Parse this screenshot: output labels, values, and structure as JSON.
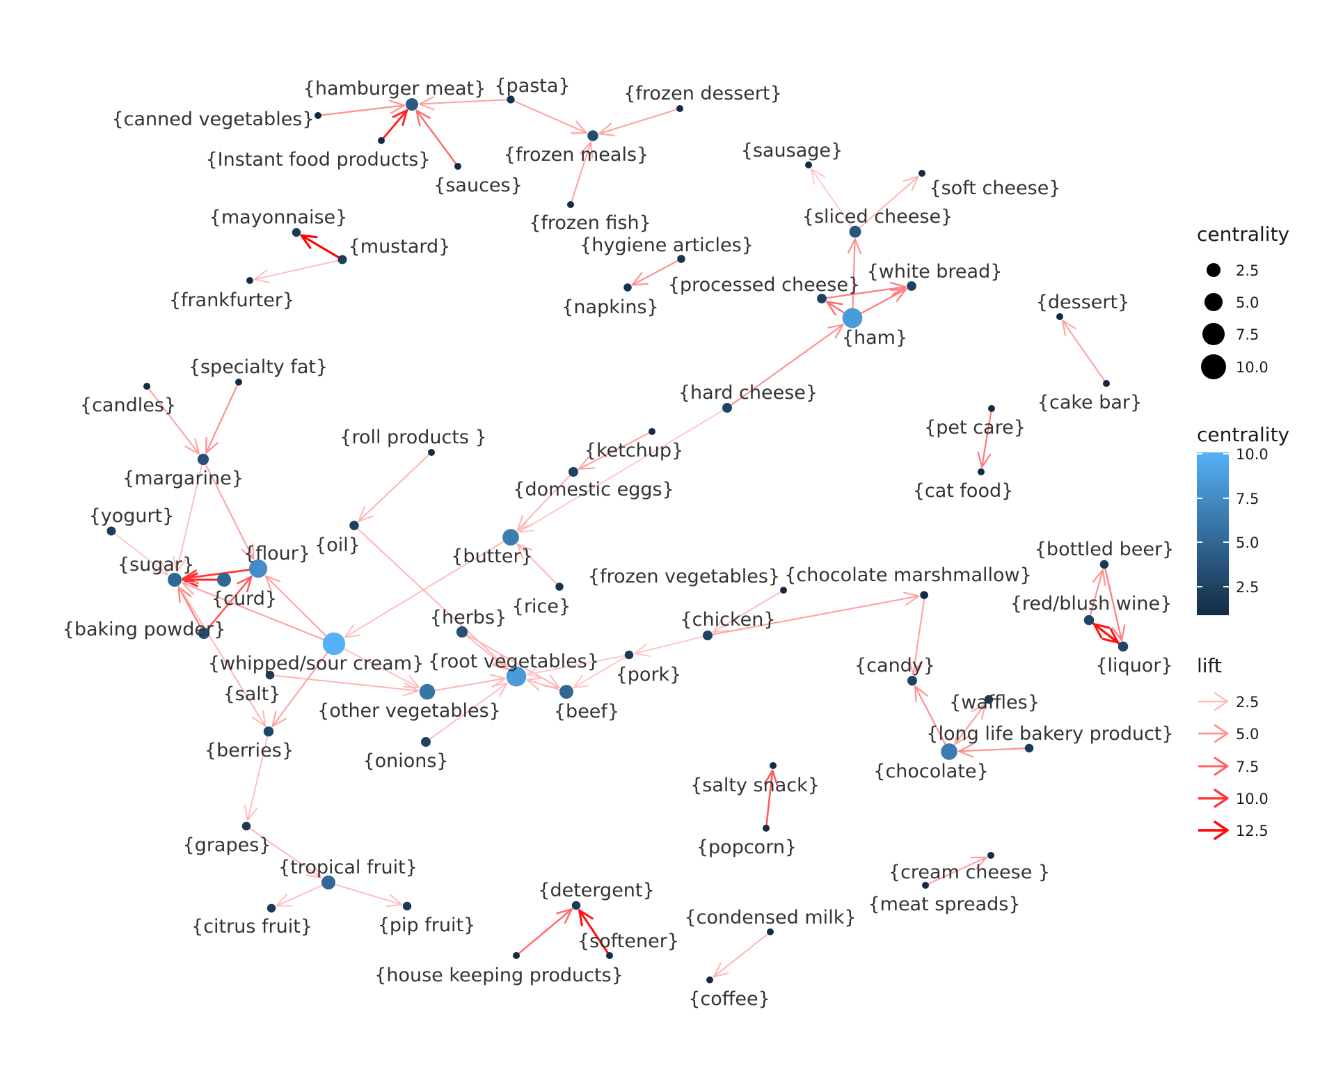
{
  "nodes": [
    {
      "id": "hamburger",
      "label": "{hamburger meat}",
      "centrality": 4.2
    },
    {
      "id": "pasta",
      "label": "{pasta}",
      "centrality": 1.5
    },
    {
      "id": "frozen_dessert",
      "label": "{frozen dessert}",
      "centrality": 1
    },
    {
      "id": "canned_veg",
      "label": "{canned vegetables}",
      "centrality": 1
    },
    {
      "id": "instant",
      "label": "{Instant food products}",
      "centrality": 1
    },
    {
      "id": "sauces",
      "label": "{sauces}",
      "centrality": 1
    },
    {
      "id": "frozen_meals",
      "label": "{frozen meals}",
      "centrality": 3.2
    },
    {
      "id": "frozen_fish",
      "label": "{frozen fish}",
      "centrality": 1
    },
    {
      "id": "sausage",
      "label": "{sausage}",
      "centrality": 1
    },
    {
      "id": "soft_cheese",
      "label": "{soft cheese}",
      "centrality": 1
    },
    {
      "id": "sliced_cheese",
      "label": "{sliced cheese}",
      "centrality": 3.8
    },
    {
      "id": "mayonnaise",
      "label": "{mayonnaise}",
      "centrality": 2
    },
    {
      "id": "mustard",
      "label": "{mustard}",
      "centrality": 2.2
    },
    {
      "id": "frankfurter",
      "label": "{frankfurter}",
      "centrality": 1
    },
    {
      "id": "hygiene",
      "label": "{hygiene articles}",
      "centrality": 1.6
    },
    {
      "id": "napkins",
      "label": "{napkins}",
      "centrality": 1.6
    },
    {
      "id": "processed_cheese",
      "label": "{processed cheese}",
      "centrality": 2.5
    },
    {
      "id": "white_bread",
      "label": "{white bread}",
      "centrality": 2.5
    },
    {
      "id": "ham",
      "label": "{ham}",
      "centrality": 8.5
    },
    {
      "id": "dessert",
      "label": "{dessert}",
      "centrality": 1
    },
    {
      "id": "cake_bar",
      "label": "{cake bar}",
      "centrality": 1
    },
    {
      "id": "specialty_fat",
      "label": "{specialty fat}",
      "centrality": 1
    },
    {
      "id": "candles",
      "label": "{candles}",
      "centrality": 1
    },
    {
      "id": "margarine",
      "label": "{margarine}",
      "centrality": 3.5
    },
    {
      "id": "hard_cheese",
      "label": "{hard cheese}",
      "centrality": 2.6
    },
    {
      "id": "roll_products",
      "label": "{roll products }",
      "centrality": 1
    },
    {
      "id": "ketchup",
      "label": "{ketchup}",
      "centrality": 1
    },
    {
      "id": "domestic_eggs",
      "label": "{domestic eggs}",
      "centrality": 2.6
    },
    {
      "id": "pet_care",
      "label": "{pet care}",
      "centrality": 1
    },
    {
      "id": "cat_food",
      "label": "{cat food}",
      "centrality": 1
    },
    {
      "id": "yogurt",
      "label": "{yogurt}",
      "centrality": 2.2
    },
    {
      "id": "oil",
      "label": "{oil}",
      "centrality": 2.4
    },
    {
      "id": "butter",
      "label": "{butter}",
      "centrality": 6.5
    },
    {
      "id": "flour",
      "label": "{flour}",
      "centrality": 7.5
    },
    {
      "id": "sugar",
      "label": "{sugar}",
      "centrality": 5
    },
    {
      "id": "curd",
      "label": "{curd}",
      "centrality": 5
    },
    {
      "id": "rice",
      "label": "{rice}",
      "centrality": 1.6
    },
    {
      "id": "frozen_veg",
      "label": "{frozen vegetables}",
      "centrality": 1
    },
    {
      "id": "choc_marsh",
      "label": "{chocolate marshmallow}",
      "centrality": 1.6
    },
    {
      "id": "bottled_beer",
      "label": "{bottled beer}",
      "centrality": 2
    },
    {
      "id": "red_wine",
      "label": "{red/blush wine}",
      "centrality": 2.8
    },
    {
      "id": "liquor",
      "label": "{liquor}",
      "centrality": 2.8
    },
    {
      "id": "baking_powder",
      "label": "{baking powder}",
      "centrality": 3.5
    },
    {
      "id": "herbs",
      "label": "{herbs}",
      "centrality": 3.5
    },
    {
      "id": "chicken",
      "label": "{chicken}",
      "centrality": 2.6
    },
    {
      "id": "whipped",
      "label": "{whipped/sour cream}",
      "centrality": 10
    },
    {
      "id": "root_veg",
      "label": "{root vegetables}",
      "centrality": 8.5
    },
    {
      "id": "pork",
      "label": "{pork}",
      "centrality": 2
    },
    {
      "id": "candy",
      "label": "{candy}",
      "centrality": 2.6
    },
    {
      "id": "candy_src",
      "label": "",
      "centrality": 1
    },
    {
      "id": "salt",
      "label": "{salt}",
      "centrality": 2
    },
    {
      "id": "other_veg",
      "label": "{other vegetables}",
      "centrality": 6
    },
    {
      "id": "beef",
      "label": "{beef}",
      "centrality": 5
    },
    {
      "id": "waffles",
      "label": "{waffles}",
      "centrality": 2
    },
    {
      "id": "long_life",
      "label": "{long life bakery product}",
      "centrality": 2
    },
    {
      "id": "chocolate",
      "label": "{chocolate}",
      "centrality": 6.5
    },
    {
      "id": "berries",
      "label": "{berries}",
      "centrality": 2.8
    },
    {
      "id": "onions",
      "label": "{onions}",
      "centrality": 2.6
    },
    {
      "id": "salty_snack",
      "label": "{salty snack}",
      "centrality": 1
    },
    {
      "id": "popcorn",
      "label": "{popcorn}",
      "centrality": 1
    },
    {
      "id": "grapes",
      "label": "{grapes}",
      "centrality": 2
    },
    {
      "id": "tropical",
      "label": "{tropical fruit}",
      "centrality": 5
    },
    {
      "id": "cream_cheese",
      "label": "{cream cheese }",
      "centrality": 1
    },
    {
      "id": "meat_spreads",
      "label": "{meat spreads}",
      "centrality": 1
    },
    {
      "id": "citrus",
      "label": "{citrus fruit}",
      "centrality": 2
    },
    {
      "id": "pip",
      "label": "{pip fruit}",
      "centrality": 2
    },
    {
      "id": "detergent",
      "label": "{detergent}",
      "centrality": 2
    },
    {
      "id": "softener",
      "label": "{softener}",
      "centrality": 1
    },
    {
      "id": "house_keeping",
      "label": "{house keeping products}",
      "centrality": 1
    },
    {
      "id": "condensed",
      "label": "{condensed milk}",
      "centrality": 1
    },
    {
      "id": "coffee",
      "label": "{coffee}",
      "centrality": 1
    }
  ],
  "edges": [
    {
      "from": "canned_veg",
      "to": "hamburger",
      "lift": 5
    },
    {
      "from": "instant",
      "to": "hamburger",
      "lift": 11
    },
    {
      "from": "sauces",
      "to": "hamburger",
      "lift": 7
    },
    {
      "from": "pasta",
      "to": "hamburger",
      "lift": 4
    },
    {
      "from": "pasta",
      "to": "frozen_meals",
      "lift": 4
    },
    {
      "from": "frozen_dessert",
      "to": "frozen_meals",
      "lift": 4
    },
    {
      "from": "frozen_fish",
      "to": "frozen_meals",
      "lift": 4
    },
    {
      "from": "sliced_cheese",
      "to": "sausage",
      "lift": 2
    },
    {
      "from": "sliced_cheese",
      "to": "soft_cheese",
      "lift": 3
    },
    {
      "from": "mustard",
      "to": "mayonnaise",
      "lift": 13
    },
    {
      "from": "mustard",
      "to": "frankfurter",
      "lift": 2.5
    },
    {
      "from": "hygiene",
      "to": "napkins",
      "lift": 5
    },
    {
      "from": "ham",
      "to": "sliced_cheese",
      "lift": 5
    },
    {
      "from": "ham",
      "to": "processed_cheese",
      "lift": 7
    },
    {
      "from": "ham",
      "to": "white_bread",
      "lift": 6
    },
    {
      "from": "processed_cheese",
      "to": "white_bread",
      "lift": 6
    },
    {
      "from": "hard_cheese",
      "to": "ham",
      "lift": 5
    },
    {
      "from": "cake_bar",
      "to": "dessert",
      "lift": 4
    },
    {
      "from": "pet_care",
      "to": "cat_food",
      "lift": 6
    },
    {
      "from": "candles",
      "to": "margarine",
      "lift": 4
    },
    {
      "from": "specialty_fat",
      "to": "margarine",
      "lift": 5
    },
    {
      "from": "margarine",
      "to": "sugar",
      "lift": 2.5
    },
    {
      "from": "margarine",
      "to": "flour",
      "lift": 4
    },
    {
      "from": "ketchup",
      "to": "domestic_eggs",
      "lift": 4
    },
    {
      "from": "domestic_eggs",
      "to": "butter",
      "lift": 3
    },
    {
      "from": "hard_cheese",
      "to": "butter",
      "lift": 2
    },
    {
      "from": "butter",
      "to": "whipped",
      "lift": 2.5
    },
    {
      "from": "rice",
      "to": "butter",
      "lift": 3
    },
    {
      "from": "roll_products",
      "to": "oil",
      "lift": 3
    },
    {
      "from": "oil",
      "to": "root_veg",
      "lift": 3
    },
    {
      "from": "yogurt",
      "to": "sugar",
      "lift": 2
    },
    {
      "from": "curd",
      "to": "sugar",
      "lift": 11
    },
    {
      "from": "flour",
      "to": "sugar",
      "lift": 10
    },
    {
      "from": "baking_powder",
      "to": "sugar",
      "lift": 6
    },
    {
      "from": "baking_powder",
      "to": "flour",
      "lift": 8
    },
    {
      "from": "whipped",
      "to": "flour",
      "lift": 4
    },
    {
      "from": "whipped",
      "to": "sugar",
      "lift": 4
    },
    {
      "from": "sugar",
      "to": "berries",
      "lift": 3
    },
    {
      "from": "whipped",
      "to": "berries",
      "lift": 4
    },
    {
      "from": "whipped",
      "to": "other_veg",
      "lift": 2.5
    },
    {
      "from": "salt",
      "to": "other_veg",
      "lift": 3
    },
    {
      "from": "herbs",
      "to": "root_veg",
      "lift": 3
    },
    {
      "from": "herbs",
      "to": "beef",
      "lift": 3
    },
    {
      "from": "other_veg",
      "to": "root_veg",
      "lift": 3
    },
    {
      "from": "onions",
      "to": "root_veg",
      "lift": 2.5
    },
    {
      "from": "beef",
      "to": "root_veg",
      "lift": 3
    },
    {
      "from": "pork",
      "to": "root_veg",
      "lift": 2
    },
    {
      "from": "pork",
      "to": "beef",
      "lift": 2
    },
    {
      "from": "chicken",
      "to": "pork",
      "lift": 2
    },
    {
      "from": "frozen_veg",
      "to": "chicken",
      "lift": 2.5
    },
    {
      "from": "chicken",
      "to": "choc_marsh",
      "lift": 4
    },
    {
      "from": "bottled_beer",
      "to": "liquor",
      "lift": 6
    },
    {
      "from": "red_wine",
      "to": "liquor",
      "lift": 12
    },
    {
      "from": "liquor",
      "to": "red_wine",
      "lift": 12
    },
    {
      "from": "red_wine",
      "to": "bottled_beer",
      "lift": 5
    },
    {
      "from": "candy_src",
      "to": "candy",
      "lift": 4
    },
    {
      "from": "chocolate",
      "to": "candy",
      "lift": 5
    },
    {
      "from": "chocolate",
      "to": "waffles",
      "lift": 4
    },
    {
      "from": "long_life",
      "to": "chocolate",
      "lift": 5
    },
    {
      "from": "waffles",
      "to": "chocolate",
      "lift": 4
    },
    {
      "from": "berries",
      "to": "grapes",
      "lift": 2.5
    },
    {
      "from": "grapes",
      "to": "tropical",
      "lift": 3
    },
    {
      "from": "tropical",
      "to": "citrus",
      "lift": 2.5
    },
    {
      "from": "tropical",
      "to": "pip",
      "lift": 2.5
    },
    {
      "from": "popcorn",
      "to": "salty_snack",
      "lift": 8
    },
    {
      "from": "meat_spreads",
      "to": "cream_cheese",
      "lift": 4
    },
    {
      "from": "house_keeping",
      "to": "detergent",
      "lift": 7
    },
    {
      "from": "softener",
      "to": "detergent",
      "lift": 12
    },
    {
      "from": "condensed",
      "to": "coffee",
      "lift": 3
    }
  ],
  "legend": {
    "size": {
      "title": "centrality",
      "ticks": [
        "2.5",
        "5.0",
        "7.5",
        "10.0"
      ]
    },
    "color": {
      "title": "centrality",
      "ticks": [
        "10.0",
        "7.5",
        "5.0",
        "2.5"
      ],
      "low": "#132B43",
      "high": "#56B1F7"
    },
    "lift": {
      "title": "lift",
      "ticks": [
        "2.5",
        "5.0",
        "7.5",
        "10.0",
        "12.5"
      ],
      "low": "#FFD6D6",
      "high": "#FF0000"
    }
  }
}
